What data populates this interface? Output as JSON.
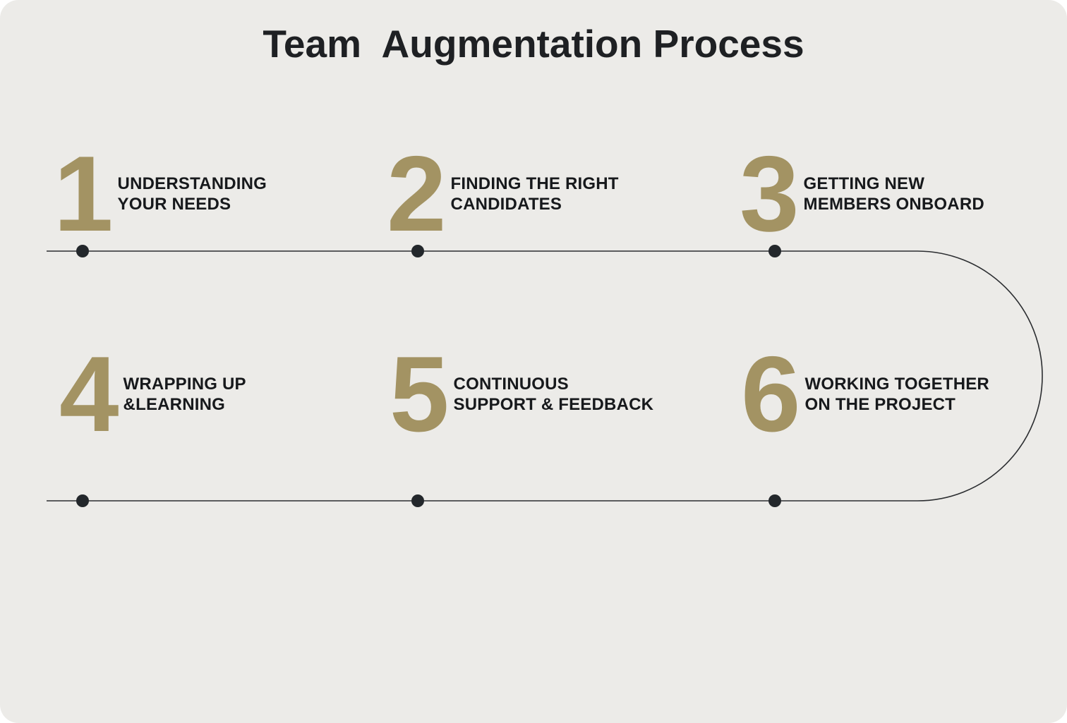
{
  "title": "Team  Augmentation Process",
  "colors": {
    "background": "#ECEBE8",
    "page": "#FFFFFF",
    "accent": "#A39363",
    "text": "#17191C",
    "line": "#2B2D30",
    "dot": "#23272B"
  },
  "steps": [
    {
      "number": "1",
      "label": "UNDERSTANDING\nYOUR NEEDS"
    },
    {
      "number": "2",
      "label": "FINDING THE RIGHT\nCANDIDATES"
    },
    {
      "number": "3",
      "label": "GETTING NEW\nMEMBERS ONBOARD"
    },
    {
      "number": "4",
      "label": "WRAPPING UP\n&LEARNING"
    },
    {
      "number": "5",
      "label": "CONTINUOUS\nSUPPORT & FEEDBACK"
    },
    {
      "number": "6",
      "label": "WORKING TOGETHER\nON THE PROJECT"
    }
  ]
}
